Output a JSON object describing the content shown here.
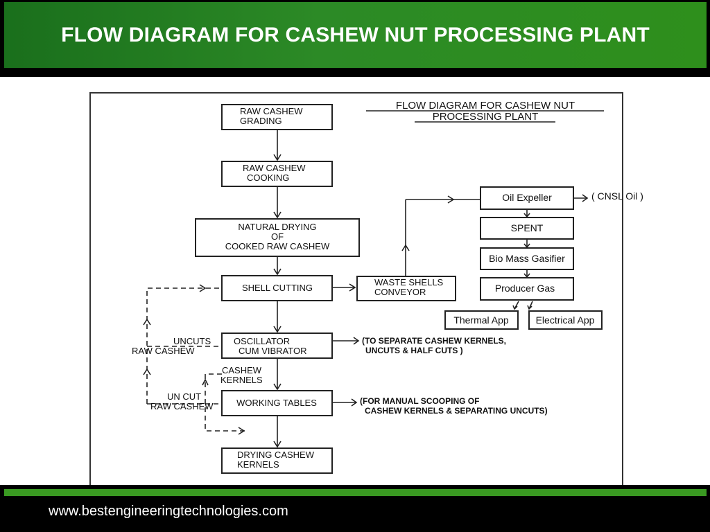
{
  "header": {
    "title": "FLOW DIAGRAM FOR CASHEW NUT PROCESSING PLANT"
  },
  "diagram": {
    "heading": [
      "FLOW DIAGRAM FOR CASHEW NUT",
      "PROCESSING PLANT"
    ],
    "boxes": {
      "grading": [
        "RAW CASHEW",
        "GRADING"
      ],
      "cooking": [
        "RAW CASHEW",
        "COOKING"
      ],
      "drying": [
        "NATURAL DRYING",
        "OF",
        "COOKED RAW CASHEW"
      ],
      "shell_cutting": "SHELL CUTTING",
      "oscillator": [
        "OSCILLATOR",
        "CUM VIBRATOR"
      ],
      "working_tables": "WORKING TABLES",
      "drying_kernels": [
        "DRYING CASHEW",
        "KERNELS"
      ],
      "waste_shells": [
        "WASTE SHELLS",
        "CONVEYOR"
      ],
      "oil_expeller": "Oil Expeller",
      "spent": "SPENT",
      "gasifier": "Bio Mass Gasifier",
      "producer_gas": "Producer Gas",
      "thermal_app": "Thermal App",
      "electrical_app": "Electrical App"
    },
    "labels": {
      "cnsl_oil": "( CNSL Oil )",
      "uncuts": "UNCUTS",
      "raw_cashew": "RAW CASHEW",
      "cashew_kernels": [
        "CASHEW",
        "KERNELS"
      ],
      "un_cut": "UN CUT",
      "raw_cashew_2": "RAW CASHEW"
    },
    "notes": {
      "oscillator": [
        "(TO SEPARATE CASHEW KERNELS,",
        "UNCUTS & HALF CUTS )"
      ],
      "working_tables": [
        "(FOR MANUAL SCOOPING OF",
        "CASHEW KERNELS & SEPARATING UNCUTS)"
      ]
    }
  },
  "footer": {
    "url": "www.bestengineeringtechnologies.com"
  }
}
